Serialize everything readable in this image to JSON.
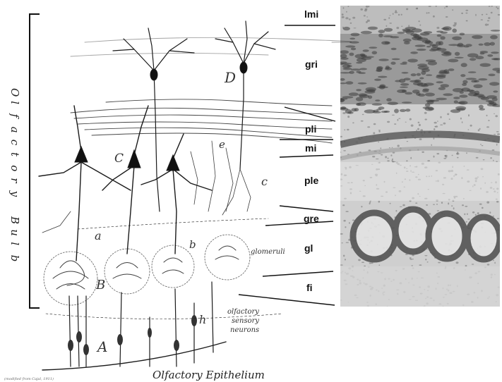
{
  "bracket_label": [
    "O",
    "l",
    "f",
    "a",
    "c",
    "t",
    "o",
    "r",
    "y",
    "",
    "B",
    "u",
    "l",
    "b"
  ],
  "layer_labels": [
    "lmi",
    "gri",
    "pli",
    "mi",
    "ple",
    "gre",
    "gl",
    "fi"
  ],
  "cell_letters": [
    "D",
    "e",
    "C",
    "c",
    "a",
    "b",
    "B",
    "h",
    "A"
  ],
  "glomeruli_label": "glomeruli",
  "sensory_label": [
    "olfactory",
    "sensory",
    "neurons"
  ],
  "caption": "Olfactory Epithelium",
  "credit": "(modified from Cajal, 1911)"
}
